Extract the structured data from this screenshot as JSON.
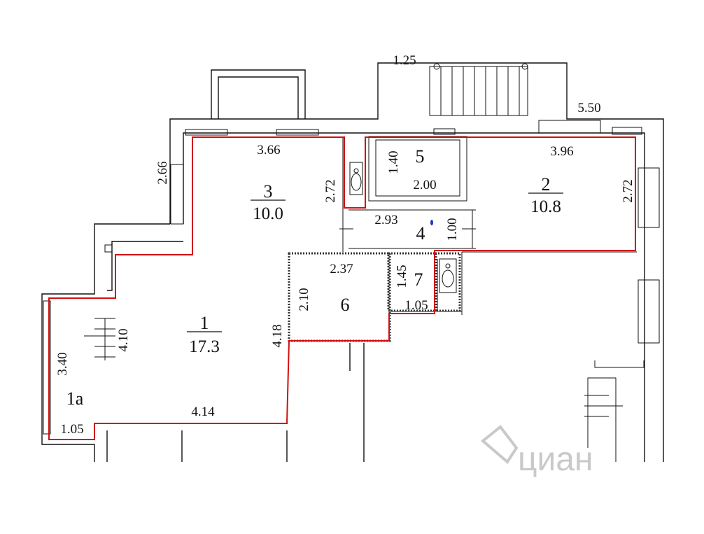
{
  "rooms": [
    {
      "id": "1",
      "area": "17.3"
    },
    {
      "id": "1a",
      "area": ""
    },
    {
      "id": "2",
      "area": "10.8"
    },
    {
      "id": "3",
      "area": "10.0"
    },
    {
      "id": "4",
      "area": ""
    },
    {
      "id": "5",
      "area": ""
    },
    {
      "id": "6",
      "area": ""
    },
    {
      "id": "7",
      "area": ""
    }
  ],
  "dimensions": {
    "d125": "1.25",
    "d550": "5.50",
    "d366": "3.66",
    "d396": "3.96",
    "d266": "2.66",
    "d272a": "2.72",
    "d272b": "2.72",
    "d140": "1.40",
    "d200": "2.00",
    "d293": "2.93",
    "d100": "1.00",
    "d237": "2.37",
    "d145": "1.45",
    "d105a": "1.05",
    "d105b": "1.05",
    "d210": "2.10",
    "d410": "4.10",
    "d418": "4.18",
    "d340": "3.40",
    "d414": "4.14"
  },
  "watermark": "циан",
  "colors": {
    "outline": "#d01010",
    "wall": "#111111",
    "watermark": "#c9c9c9"
  }
}
